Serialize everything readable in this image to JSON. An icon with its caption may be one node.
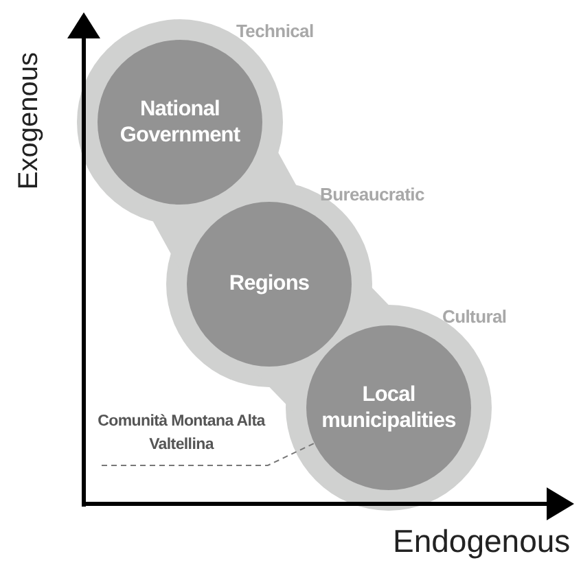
{
  "diagram": {
    "nodes": [
      {
        "text": [
          "National Government"
        ],
        "beside": [
          "Technical"
        ]
      },
      {
        "text": [
          "Regions"
        ],
        "beside": [
          "Bureaucratic"
        ]
      },
      {
        "text": [
          "Local municipalities"
        ],
        "beside": [
          "Cultural"
        ]
      },
      {
        "text": [
          "Comunità Montana Alta Valtellina"
        ]
      }
    ],
    "edges": [
      {
        "from": 3,
        "to": 2,
        "arrow": "none",
        "style": "dashed"
      }
    ],
    "labels": [
      "Exogenous",
      "Endogenous"
    ]
  }
}
